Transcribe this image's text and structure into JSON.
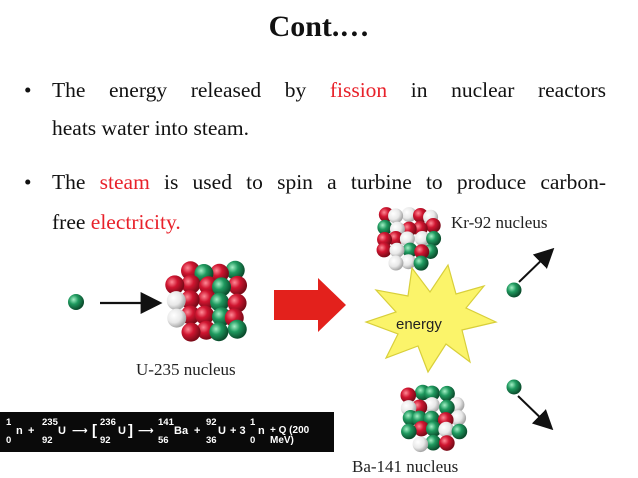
{
  "slide": {
    "title": "Cont.…",
    "bullets": [
      {
        "bullet": "•",
        "pre": "The energy released by ",
        "highlight": "fission",
        "post": " in nuclear reactors",
        "cont": "heats water into steam."
      },
      {
        "bullet": "•",
        "pre": "The ",
        "highlight": "steam",
        "post": " is used to spin a turbine to produce carbon-",
        "cont_pre": "free ",
        "cont_highlight": "electricity."
      }
    ],
    "highlight_color": "#e8212a"
  },
  "diagram": {
    "labels": {
      "u235": "U-235 nucleus",
      "kr92": "Kr-92 nucleus",
      "ba141": "Ba-141 nucleus",
      "energy": "energy"
    },
    "colors": {
      "proton": "#c8102e",
      "neutron": "#1f9a5f",
      "arrow": "#e3211c",
      "burst": "#fbf46a"
    }
  },
  "equation": {
    "n1_top": "1",
    "n1_sym": "n",
    "n1_bot": "0",
    "plus1": "+",
    "u1_top": "235",
    "u1_sym": "U",
    "u1_bot": "92",
    "arrow1": "⟶",
    "bracket_open": "[",
    "u2_top": "236",
    "u2_sym": "U",
    "u2_bot": "92",
    "bracket_close": "]",
    "arrow2": "⟶",
    "ba_top": "141",
    "ba_sym": "Ba",
    "ba_bot": "56",
    "plus2": "+",
    "kr_top": "92",
    "kr_sym": "U",
    "kr_bot": "36",
    "plus3": "+ 3",
    "n2_top": "1",
    "n2_sym": "n",
    "n2_bot": "0",
    "tail": "+ Q  (200 MeV)"
  }
}
